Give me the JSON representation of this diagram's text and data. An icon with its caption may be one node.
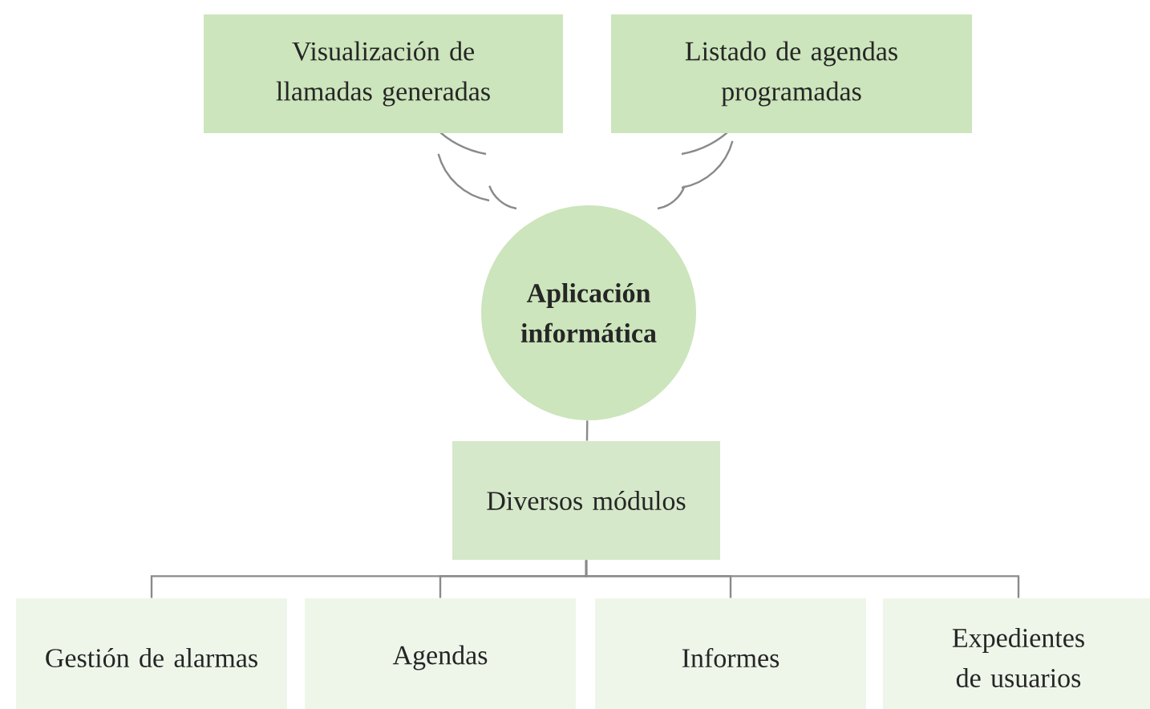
{
  "diagram": {
    "nodes": [
      {
        "text": [
          "Visualización de llamadas generadas"
        ]
      },
      {
        "text": [
          "Listado de agendas programadas"
        ]
      },
      {
        "text": [
          "Aplicación informática"
        ]
      },
      {
        "text": [
          "Diversos módulos"
        ]
      },
      {
        "text": [
          "Gestión de alarmas"
        ]
      },
      {
        "text": [
          "Agendas"
        ]
      },
      {
        "text": [
          "Informes"
        ]
      },
      {
        "text": [
          "Expedientes de usuarios"
        ]
      }
    ],
    "edges": [
      {
        "from": 2,
        "to": 3,
        "arrow": "none"
      },
      {
        "from": 3,
        "to": 4,
        "arrow": "none"
      },
      {
        "from": 3,
        "to": 5,
        "arrow": "none"
      },
      {
        "from": 3,
        "to": 6,
        "arrow": "none"
      },
      {
        "from": 3,
        "to": 7,
        "arrow": "none"
      }
    ]
  }
}
